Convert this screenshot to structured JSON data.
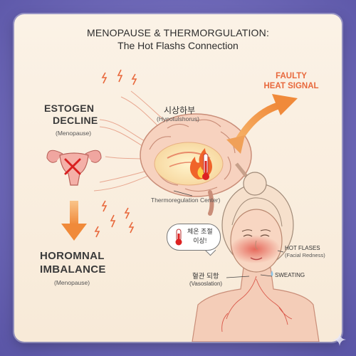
{
  "title": {
    "line1": "MENOPAUSE & THERMORGULATION:",
    "line2": "The Hot Flashs Connection"
  },
  "left": {
    "estrogen_line1": "ESTOGEN",
    "estrogen_line2": "DECLINE",
    "estrogen_sub": "(Menopause)",
    "hormonal_line1": "HOROMNAL",
    "hormonal_line2": "IMBALANCE",
    "hormonal_sub": "(Menopause)"
  },
  "brain": {
    "korean": "시상하부",
    "english": "(Hypotulshorus)",
    "center_label": "Thermoregulation Center)"
  },
  "signal": {
    "line1": "FAULTY",
    "line2": "HEAT SIGNAL"
  },
  "person": {
    "bubble_line1": "체온 조절",
    "bubble_line2": "이상!",
    "hot_flashes": "HOT FLASES",
    "hot_flashes_sub": "(Facial Redness)",
    "vaso_korean": "혈관 되항",
    "vaso_english": "(Vasoslation)",
    "sweating": "SWEATING"
  },
  "colors": {
    "background": "#6f69b8",
    "card": "#fbf2e6",
    "accent_orange": "#f0883e",
    "redness": "#e0453a"
  },
  "icons": [
    "lightning-icon",
    "uterus-icon",
    "brain-icon",
    "flame-icon",
    "thermometer-icon",
    "sparkle-icon"
  ]
}
